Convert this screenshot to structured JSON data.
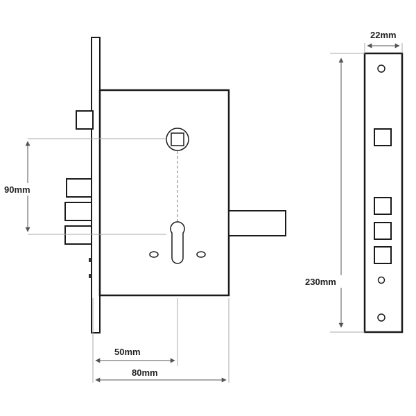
{
  "dimensions": {
    "width_label": "22mm",
    "spacing_label": "90mm",
    "height_label": "230mm",
    "backset_label": "50mm",
    "depth_label": "80mm"
  }
}
